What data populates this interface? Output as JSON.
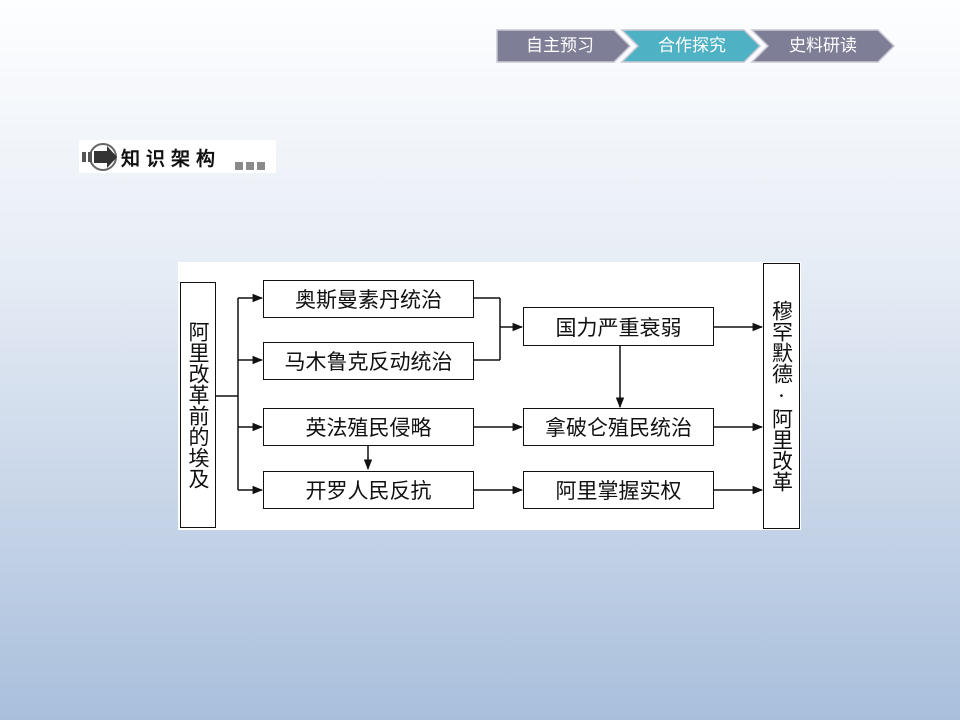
{
  "nav": {
    "items": [
      "自主预习",
      "合作探究",
      "史料研读"
    ],
    "colors": {
      "active": "#4fb1c4",
      "inactive": "#7e7e96",
      "border": "#c7c7d3"
    }
  },
  "section": {
    "title": "知识架构",
    "icon": "arrow-circle-icon"
  },
  "diagram": {
    "left_label": "阿里改革前的埃及",
    "causes": [
      "奥斯曼素丹统治",
      "马木鲁克反动统治",
      "英法殖民侵略",
      "开罗人民反抗"
    ],
    "middle": [
      "国力严重衰弱",
      "拿破仑殖民统治",
      "阿里掌握实权"
    ],
    "right_label": "穆罕默德·阿里改革"
  }
}
